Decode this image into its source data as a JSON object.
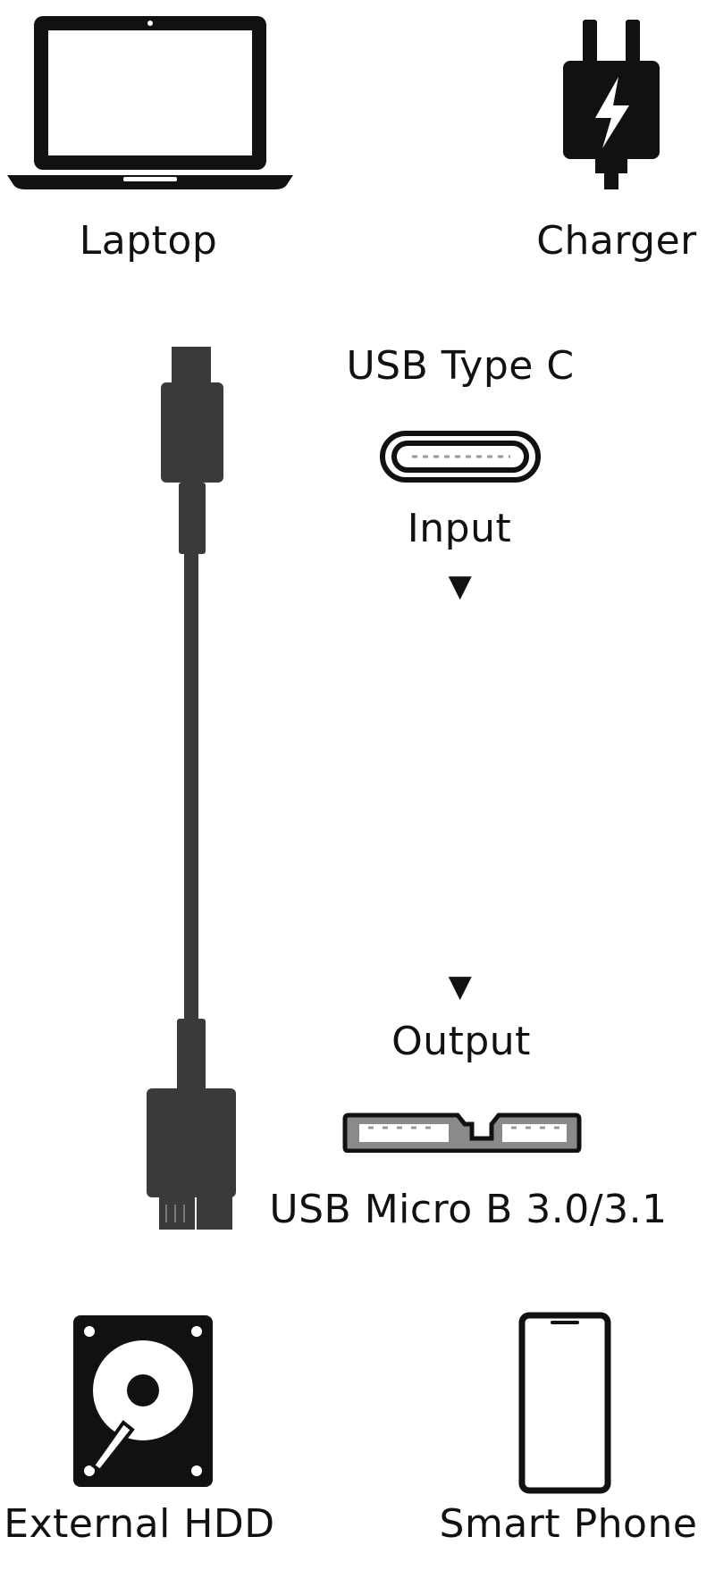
{
  "devices": {
    "top_left": {
      "label": "Laptop",
      "icon": "laptop-icon"
    },
    "top_right": {
      "label": "Charger",
      "icon": "charger-icon"
    },
    "bottom_left": {
      "label": "External HDD",
      "icon": "hard-drive-icon"
    },
    "bottom_right": {
      "label": "Smart Phone",
      "icon": "smartphone-icon"
    }
  },
  "input": {
    "connector_name": "USB Type C",
    "direction_label": "Input",
    "arrow": "▼",
    "icon": "usb-c-port-icon"
  },
  "output": {
    "connector_name": "USB Micro B 3.0/3.1",
    "direction_label": "Output",
    "arrow": "▼",
    "icon": "usb-micro-b-port-icon"
  },
  "cable": {
    "icon": "usb-cable-icon"
  },
  "colors": {
    "ink": "#111111",
    "cable": "#3a3a3a",
    "port_fill": "#8a8a8a"
  }
}
